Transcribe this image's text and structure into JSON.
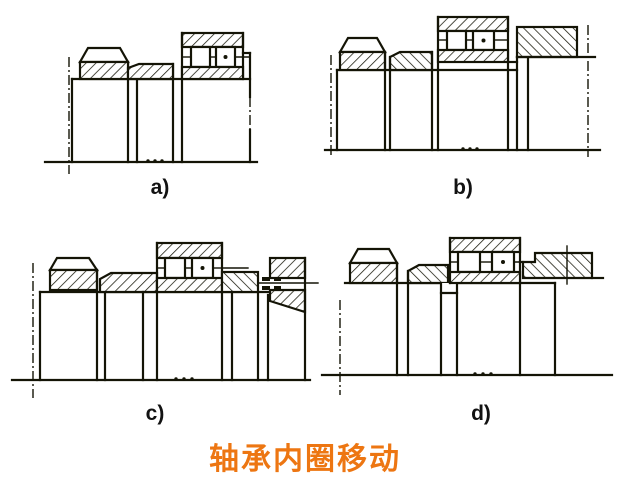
{
  "page": {
    "background": "#ffffff",
    "line_color": "#141406",
    "accent_color": "#ed7612"
  },
  "caption": {
    "text": "轴承内圈移动"
  },
  "panels": [
    {
      "id": "a",
      "label": "a)"
    },
    {
      "id": "b",
      "label": "b)"
    },
    {
      "id": "c",
      "label": "c)"
    },
    {
      "id": "d",
      "label": "d)"
    }
  ]
}
